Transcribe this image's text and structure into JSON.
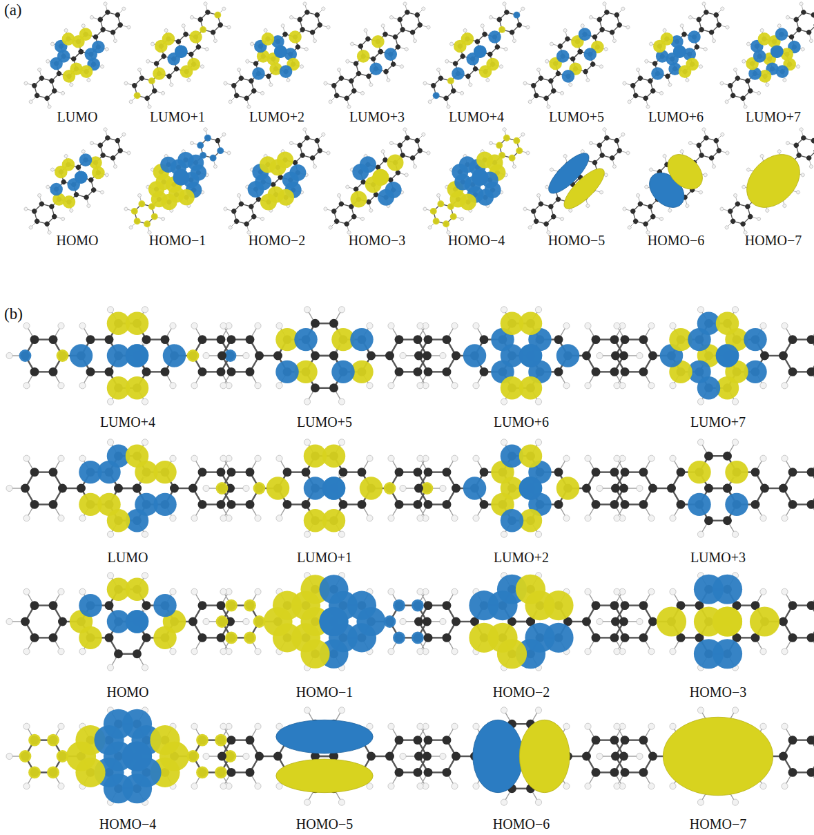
{
  "diagram": {
    "labels": [
      "(a)",
      "LUMO",
      "LUMO+1",
      "LUMO+2",
      "LUMO+3",
      "LUMO+4",
      "LUMO+5",
      "LUMO+6",
      "LUMO+7",
      "HOMO",
      "HOMO−1",
      "HOMO−2",
      "HOMO−3",
      "HOMO−4",
      "HOMO−5",
      "HOMO−6",
      "HOMO−7",
      "(b)",
      "LUMO+4",
      "LUMO+5",
      "LUMO+6",
      "LUMO+7",
      "LUMO",
      "LUMO+1",
      "LUMO+2",
      "LUMO+3",
      "HOMO",
      "HOMO−1",
      "HOMO−2",
      "HOMO−3",
      "HOMO−4",
      "HOMO−5",
      "HOMO−6",
      "HOMO−7"
    ]
  }
}
